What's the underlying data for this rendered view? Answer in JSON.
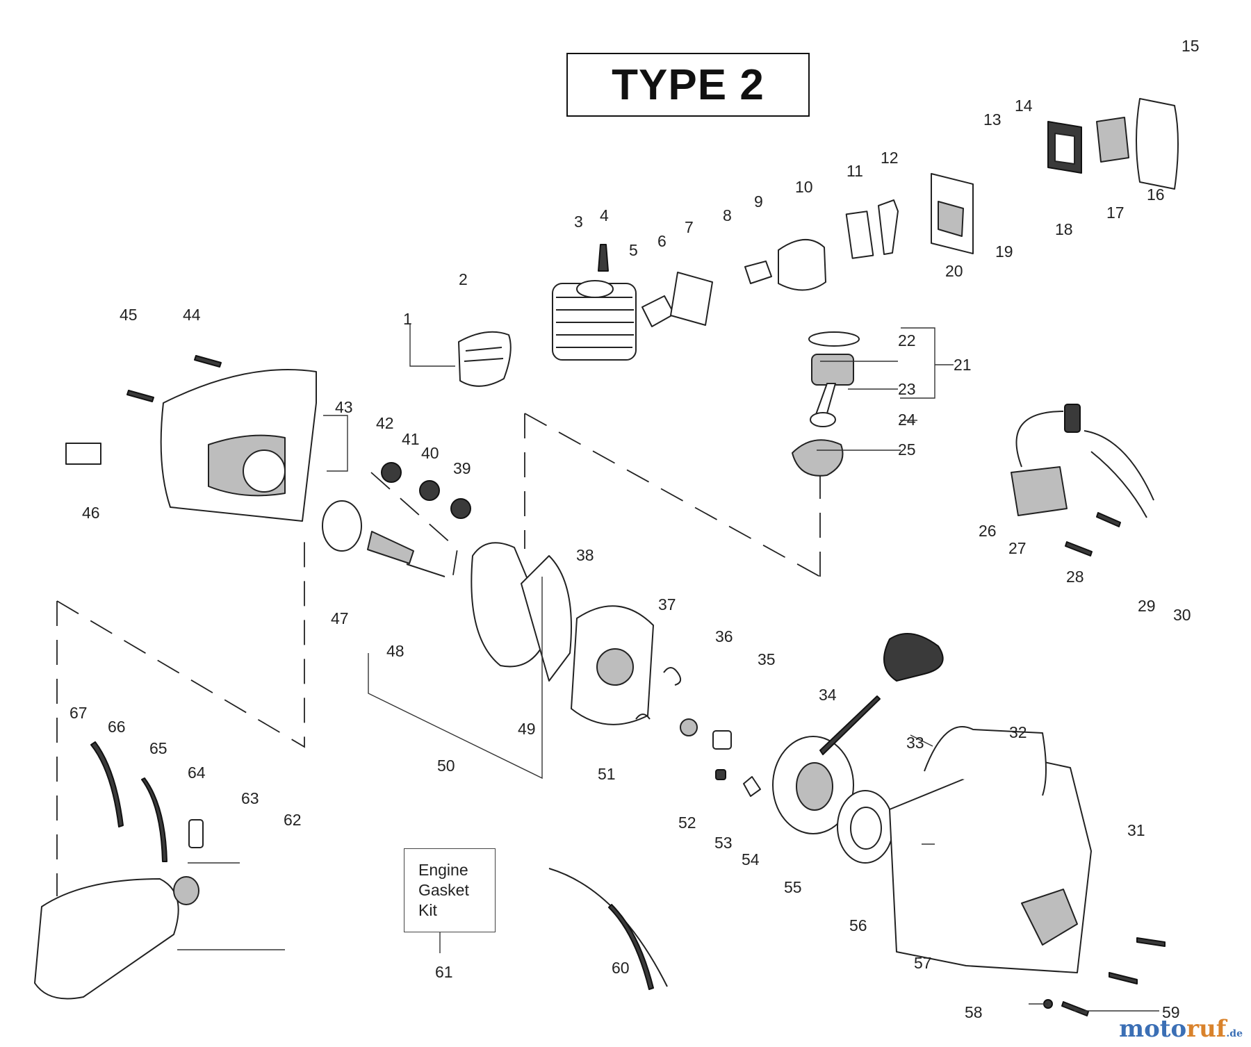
{
  "title": "TYPE 2",
  "kit_label": [
    "Engine",
    "Gasket",
    "Kit"
  ],
  "watermark": {
    "part1": "moto",
    "part2": "ruf",
    "suffix": ".de"
  },
  "part_numbers": [
    "1",
    "2",
    "3",
    "4",
    "5",
    "6",
    "7",
    "8",
    "9",
    "10",
    "11",
    "12",
    "13",
    "14",
    "15",
    "16",
    "17",
    "18",
    "19",
    "20",
    "21",
    "22",
    "23",
    "24",
    "25",
    "26",
    "27",
    "28",
    "29",
    "30",
    "31",
    "32",
    "33",
    "34",
    "35",
    "36",
    "37",
    "38",
    "39",
    "40",
    "41",
    "42",
    "43",
    "44",
    "45",
    "46",
    "47",
    "48",
    "49",
    "50",
    "51",
    "52",
    "53",
    "54",
    "55",
    "56",
    "57",
    "58",
    "59",
    "60",
    "61",
    "62",
    "63",
    "64",
    "65",
    "66",
    "67"
  ]
}
